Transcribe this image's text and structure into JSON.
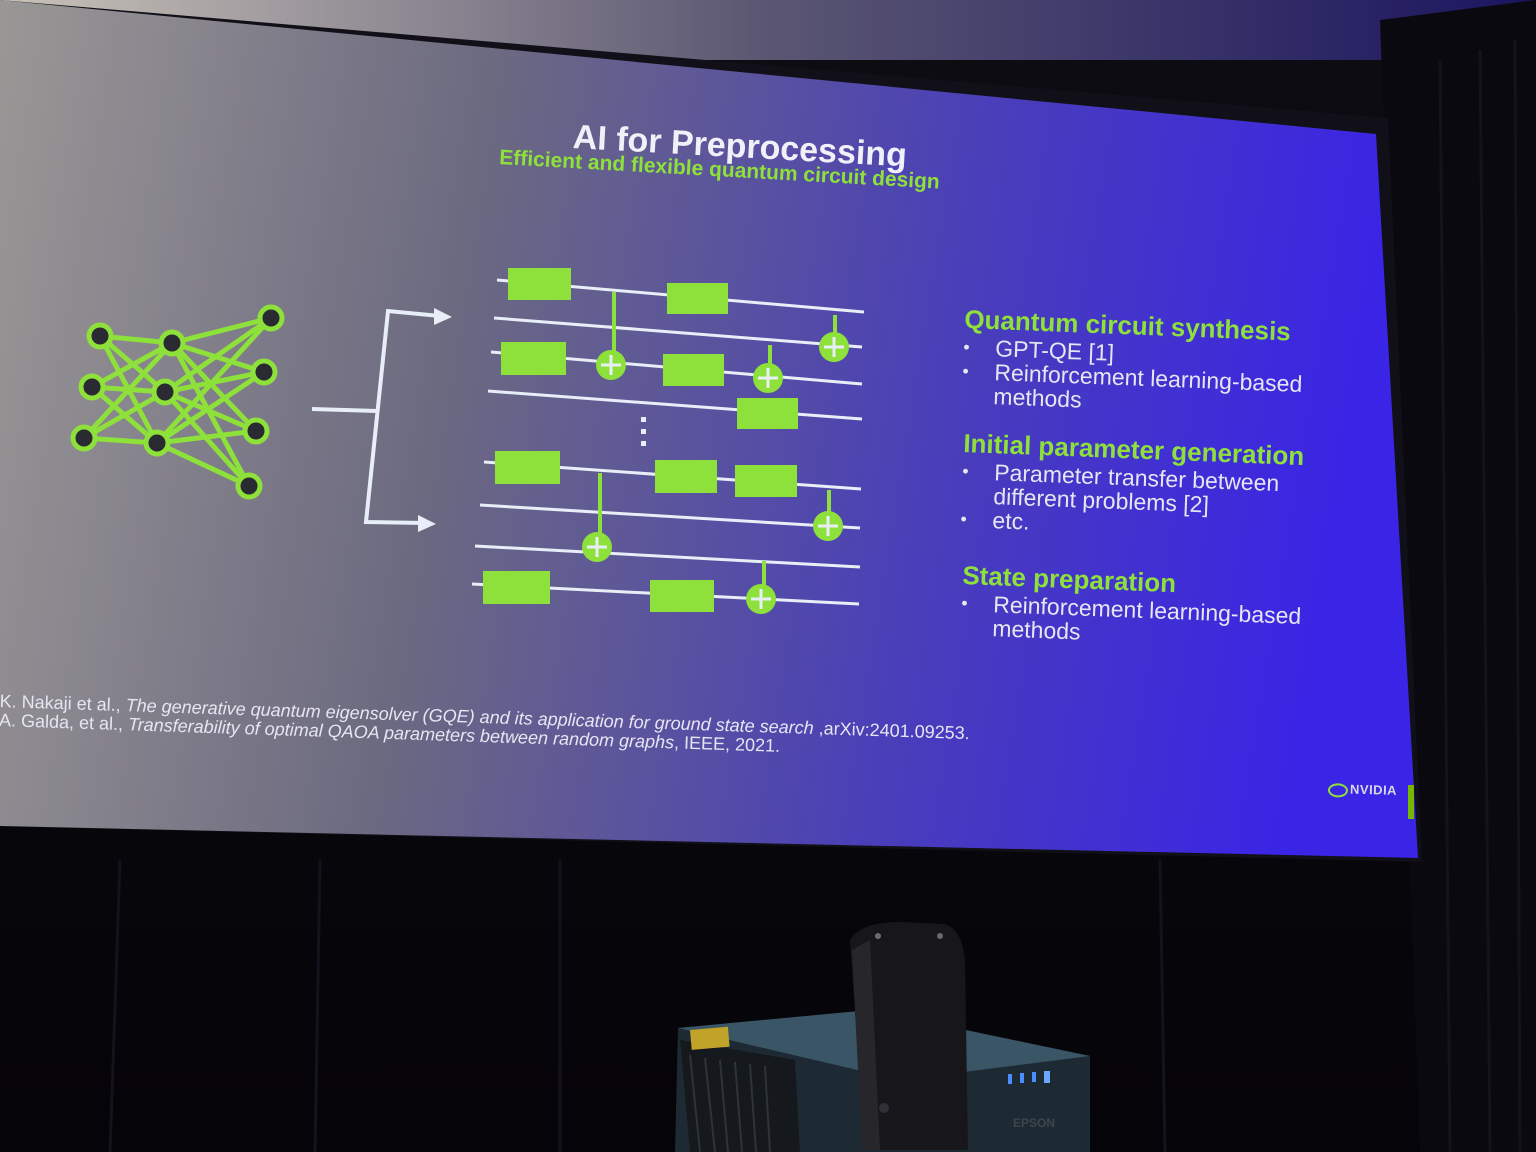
{
  "slide": {
    "title": "AI for Preprocessing",
    "subtitle": "Efficient and flexible quantum circuit design",
    "sections": [
      {
        "heading": "Quantum circuit synthesis",
        "bullets": [
          [
            "GPT-QE [1]"
          ],
          [
            "Reinforcement learning-based",
            "methods"
          ]
        ]
      },
      {
        "heading": "Initial parameter generation",
        "bullets": [
          [
            "Parameter transfer between",
            "different problems [2]"
          ],
          [
            "etc."
          ]
        ]
      },
      {
        "heading": "State preparation",
        "bullets": [
          [
            "Reinforcement learning-based",
            "methods"
          ]
        ]
      }
    ],
    "references": [
      {
        "authors": "K. Nakaji et al., ",
        "title": "The generative quantum eigensolver (GQE) and its application for ground state search",
        "tail": " ,arXiv:2401.09253."
      },
      {
        "authors": "A. Galda, et al., ",
        "title": "Transferability of optimal QAOA parameters between random graphs",
        "tail": ", IEEE, 2021."
      }
    ],
    "logo_text": "NVIDIA",
    "accent_color": "#76b900",
    "highlight_color": "#8ee03a"
  },
  "projector": {
    "brand": "EPSON"
  }
}
